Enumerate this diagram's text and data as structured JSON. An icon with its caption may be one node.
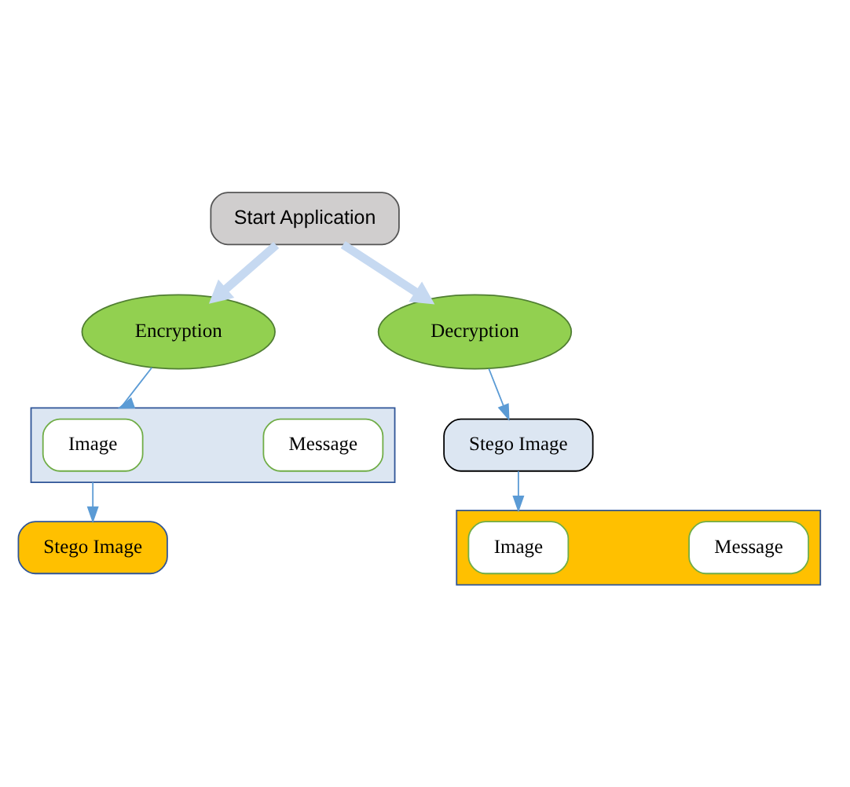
{
  "diagram": {
    "nodes": [
      {
        "text": [
          "Start Application"
        ]
      },
      {
        "text": [
          "Encryption"
        ]
      },
      {
        "text": [
          "Decryption"
        ]
      },
      {
        "text": [],
        "shape": "box"
      },
      {
        "text": [
          "Image"
        ],
        "in": 3
      },
      {
        "text": [
          "Message"
        ],
        "in": 3
      },
      {
        "text": [
          "Stego Image"
        ]
      },
      {
        "text": [
          "Stego Image"
        ]
      },
      {
        "text": [],
        "shape": "box"
      },
      {
        "text": [
          "Image"
        ],
        "in": 8
      },
      {
        "text": [
          "Message"
        ],
        "in": 8
      }
    ],
    "edges": [
      {
        "from": 0,
        "to": 1,
        "arrow": "to",
        "style": "thick",
        "color": "#c6d9f1"
      },
      {
        "from": 0,
        "to": 2,
        "arrow": "to",
        "style": "thick",
        "color": "#c6d9f1"
      },
      {
        "from": 1,
        "to": 3,
        "arrow": "to"
      },
      {
        "from": 3,
        "to": 6,
        "arrow": "to"
      },
      {
        "from": 2,
        "to": 7,
        "arrow": "to"
      },
      {
        "from": 7,
        "to": 8,
        "arrow": "to"
      }
    ]
  }
}
